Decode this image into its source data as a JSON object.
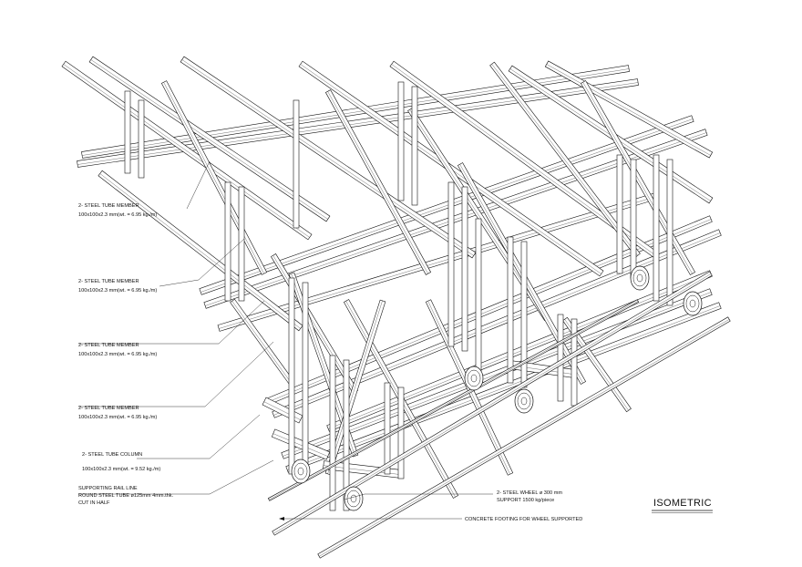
{
  "title": "ISOMETRIC",
  "labels": {
    "m1_name": "2- STEEL TUBE MEMBER",
    "m1_spec": "100x100x2.3 mm(wt. = 6.95 kg./m)",
    "m2_name": "2- STEEL TUBE MEMBER",
    "m2_spec": "100x100x2.3 mm(wt. = 6.95 kg./m)",
    "m3_name": "2- STEEL TUBE MEMBER",
    "m3_spec": "100x100x2.3 mm(wt. = 6.95 kg./m)",
    "m4_name": "2- STEEL TUBE MEMBER",
    "m4_spec": "100x100x2.3 mm(wt. = 6.95 kg./m)",
    "col_name": "2- STEEL TUBE COLUMN",
    "col_spec": "100x100x2.3 mm(wt. = 9.52 kg./m)",
    "rail_1": "SUPPORTING RAIL LINE",
    "rail_2": "ROUND STEEL TUBE ø125mm 4mm.thk.",
    "rail_3": "CUT IN HALF",
    "wheel_1": "2- STEEL WHEEL ø 300 mm",
    "wheel_2": "SUPPORT 1500 kg/piece",
    "footing": "CONCRETE FOOTING FOR WHEEL SUPPORTED"
  }
}
